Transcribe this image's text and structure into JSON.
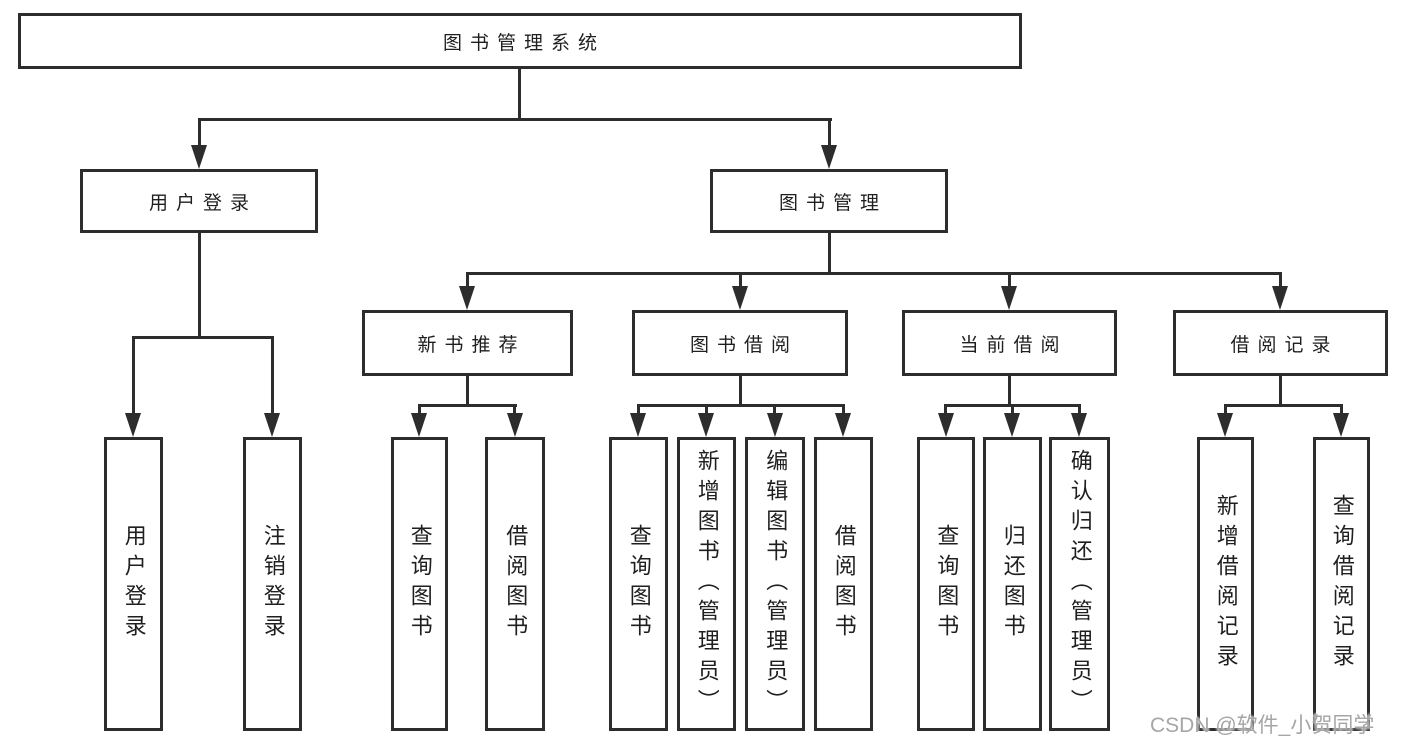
{
  "diagram": {
    "type": "tree",
    "root": {
      "label": "图书管理系统"
    },
    "level2": [
      {
        "label": "用户登录"
      },
      {
        "label": "图书管理"
      }
    ],
    "level3": [
      {
        "label": "新书推荐",
        "parent": "图书管理"
      },
      {
        "label": "图书借阅",
        "parent": "图书管理"
      },
      {
        "label": "当前借阅",
        "parent": "图书管理"
      },
      {
        "label": "借阅记录",
        "parent": "图书管理"
      }
    ],
    "leaves": [
      {
        "label": "用户登录",
        "parent": "用户登录"
      },
      {
        "label": "注销登录",
        "parent": "用户登录"
      },
      {
        "label": "查询图书",
        "parent": "新书推荐"
      },
      {
        "label": "借阅图书",
        "parent": "新书推荐"
      },
      {
        "label": "查询图书",
        "parent": "图书借阅"
      },
      {
        "label": "新增图书（管理员）",
        "parent": "图书借阅"
      },
      {
        "label": "编辑图书（管理员）",
        "parent": "图书借阅"
      },
      {
        "label": "借阅图书",
        "parent": "图书借阅"
      },
      {
        "label": "查询图书",
        "parent": "当前借阅"
      },
      {
        "label": "归还图书",
        "parent": "当前借阅"
      },
      {
        "label": "确认归还（管理员）",
        "parent": "当前借阅"
      },
      {
        "label": "新增借阅记录",
        "parent": "借阅记录"
      },
      {
        "label": "查询借阅记录",
        "parent": "借阅记录"
      }
    ]
  },
  "watermark": {
    "text": "CSDN @软件_小贺同学",
    "color": "#a6a6a6"
  },
  "colors": {
    "line": "#2d2d2d",
    "text": "#1f1f1f",
    "background": "#ffffff"
  }
}
